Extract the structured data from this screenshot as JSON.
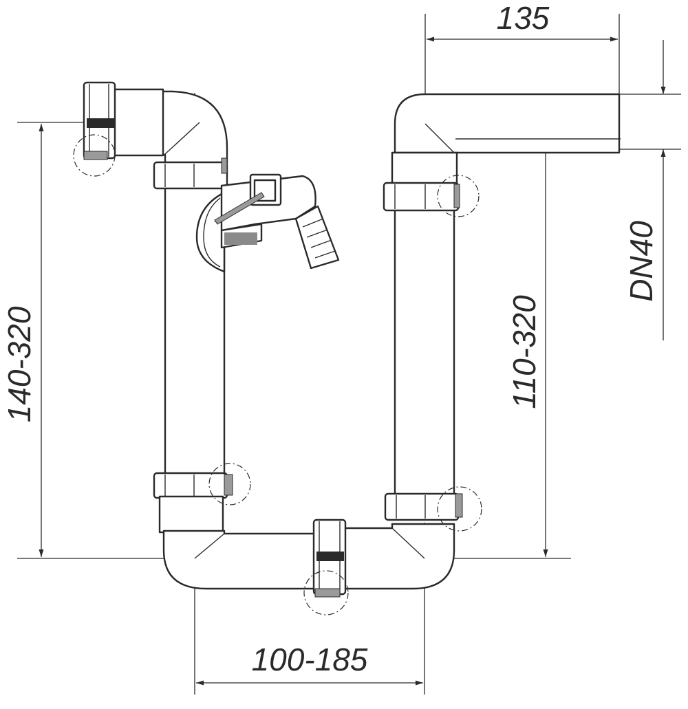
{
  "dimensions": {
    "top_width": "135",
    "dn": "DN40",
    "left_height": "140-320",
    "right_height": "110-320",
    "bottom_width": "100-185"
  },
  "colors": {
    "line": "#2a2a2a",
    "background": "#ffffff",
    "hatch": "#9a9a9a"
  }
}
